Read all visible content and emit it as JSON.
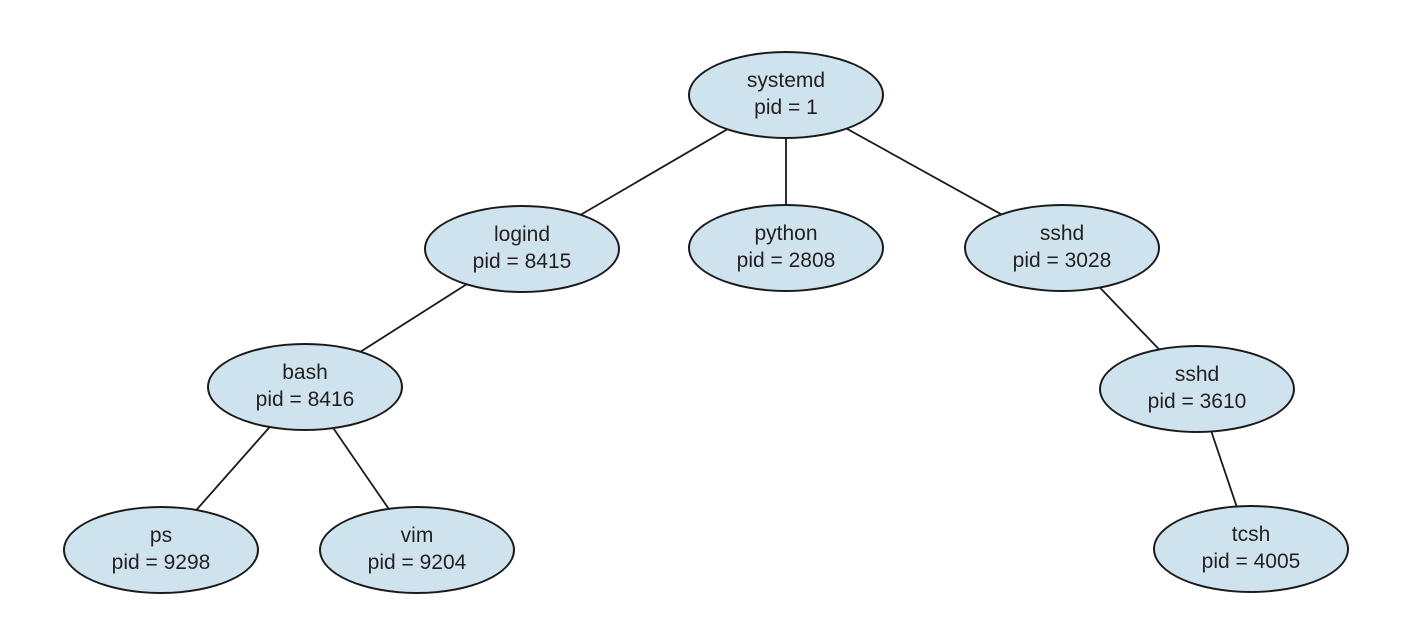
{
  "diagram": {
    "kind": "process-tree",
    "colors": {
      "node_fill": "#cfe3ee",
      "node_border": "#1a1a1a",
      "edge_line": "#1a1a1a",
      "text": "#231f20",
      "background": "#ffffff"
    },
    "nodes": [
      {
        "id": "systemd",
        "label": "systemd",
        "pid_text": "pid = 1"
      },
      {
        "id": "logind",
        "label": "logind",
        "pid_text": "pid = 8415"
      },
      {
        "id": "python",
        "label": "python",
        "pid_text": "pid = 2808"
      },
      {
        "id": "sshd-3028",
        "label": "sshd",
        "pid_text": "pid = 3028"
      },
      {
        "id": "bash",
        "label": "bash",
        "pid_text": "pid = 8416"
      },
      {
        "id": "sshd-3610",
        "label": "sshd",
        "pid_text": "pid = 3610"
      },
      {
        "id": "ps",
        "label": "ps",
        "pid_text": "pid = 9298"
      },
      {
        "id": "vim",
        "label": "vim",
        "pid_text": "pid = 9204"
      },
      {
        "id": "tcsh",
        "label": "tcsh",
        "pid_text": "pid = 4005"
      }
    ],
    "edges": [
      [
        0,
        1
      ],
      [
        0,
        2
      ],
      [
        0,
        3
      ],
      [
        1,
        4
      ],
      [
        3,
        5
      ],
      [
        4,
        6
      ],
      [
        4,
        7
      ],
      [
        5,
        8
      ]
    ]
  }
}
